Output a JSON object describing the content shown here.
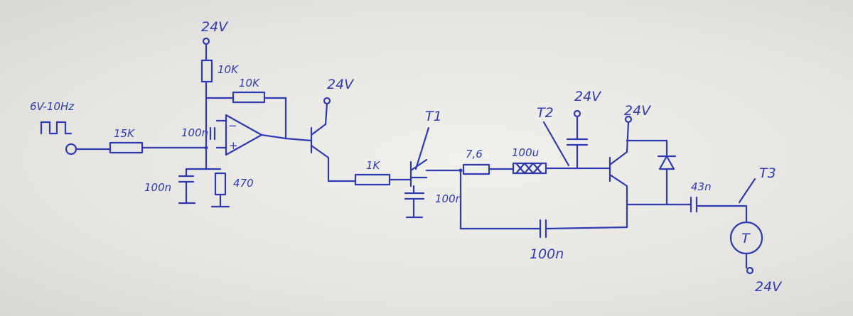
{
  "schematic": {
    "input_signal": "6V-10Hz",
    "resistors": {
      "input": "15K",
      "pullup": "10K",
      "feedback": "10K",
      "ground": "470",
      "base": "1K",
      "series": "7,6"
    },
    "capacitors": {
      "input_coupling": "100n",
      "opamp_ground": "100n",
      "t1_collector": "100n",
      "bypass": "100n",
      "t2_base": "",
      "output": "43n"
    },
    "inductor": "100u",
    "supply": [
      "24V",
      "24V",
      "24V",
      "24V",
      "24V"
    ],
    "transistors": [
      "T1",
      "T2",
      "T3"
    ],
    "load": "T"
  },
  "colors": {
    "ink": "#2e3bb3",
    "paper": "#eceae6"
  }
}
